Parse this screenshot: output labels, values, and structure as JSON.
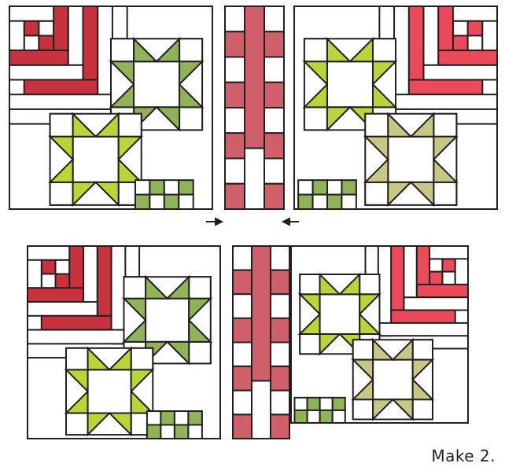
{
  "caption": "Make 2.",
  "colors": {
    "dark_red": "#c8323e",
    "pink_red": "#ec4a5a",
    "rose": "#cf5f68",
    "lime": "#b6d63a",
    "olive_green": "#8fb359",
    "light_green": "#d4e6a1",
    "khaki": "#c8c786",
    "outline": "#231f20"
  },
  "arrows": [
    {
      "direction": "right"
    },
    {
      "direction": "left"
    }
  ]
}
